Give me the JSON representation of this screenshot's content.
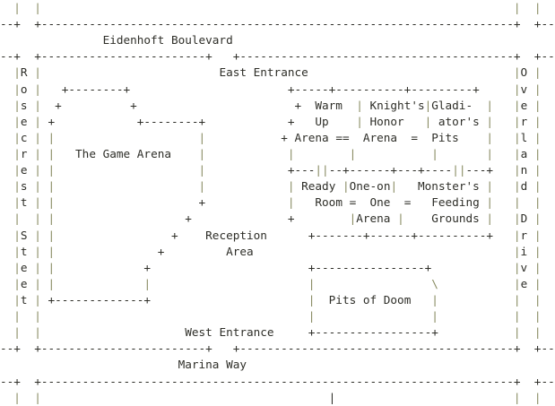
{
  "map": {
    "columns": 81,
    "row_count": 25,
    "colors": {
      "background": "#ffffff",
      "ink": "#2e2e28",
      "wall": "#878a60"
    },
    "locations": {
      "streets": [
        "Eidenhoft Boulevard",
        "Rosecrest Steet",
        "Overland Drive",
        "Marina Way"
      ],
      "entrances": [
        "East Entrance",
        "West Entrance"
      ],
      "rooms": [
        "The Game Arena",
        "Warm Up Arena",
        "Knight's Honor Arena",
        "Gladiator's Pits",
        "Ready Room",
        "One-on-One Arena",
        "Monster's Feeding Grounds",
        "Reception Area",
        "Pits of Doom"
      ]
    },
    "dark_pipes": [
      [
        24,
        48
      ]
    ],
    "rows": [
      [
        [
          2,
          "|"
        ],
        [
          5,
          "|"
        ],
        [
          75,
          "|"
        ],
        [
          78,
          "|"
        ]
      ],
      [
        [
          0,
          "--+"
        ],
        [
          5,
          "+"
        ],
        [
          6,
          "-",
          69
        ],
        [
          75,
          "+"
        ],
        [
          78,
          "+--"
        ]
      ],
      [
        [
          15,
          "Eidenhoft Boulevard"
        ]
      ],
      [
        [
          0,
          "--+"
        ],
        [
          5,
          "+"
        ],
        [
          6,
          "-",
          24
        ],
        [
          30,
          "+"
        ],
        [
          34,
          "+"
        ],
        [
          35,
          "-",
          40
        ],
        [
          75,
          "+"
        ],
        [
          78,
          "+--"
        ]
      ],
      [
        [
          2,
          "|R |"
        ],
        [
          32,
          "East Entrance"
        ],
        [
          75,
          "|O |"
        ]
      ],
      [
        [
          2,
          "|o |"
        ],
        [
          9,
          "+"
        ],
        [
          10,
          "-",
          8
        ],
        [
          18,
          "+"
        ],
        [
          42,
          "+"
        ],
        [
          43,
          "-",
          5
        ],
        [
          48,
          "+"
        ],
        [
          49,
          "-",
          10
        ],
        [
          59,
          "+"
        ],
        [
          60,
          "-",
          9
        ],
        [
          69,
          "+"
        ],
        [
          75,
          "|v |"
        ]
      ],
      [
        [
          2,
          "|s |"
        ],
        [
          8,
          "+"
        ],
        [
          19,
          "+"
        ],
        [
          43,
          "+"
        ],
        [
          46,
          "Warm"
        ],
        [
          52,
          "|"
        ],
        [
          54,
          "Knight's"
        ],
        [
          62,
          "|"
        ],
        [
          63,
          "Gladi-"
        ],
        [
          71,
          "|"
        ],
        [
          75,
          "|e |"
        ]
      ],
      [
        [
          2,
          "|e |"
        ],
        [
          7,
          "+"
        ],
        [
          20,
          "+"
        ],
        [
          21,
          "-",
          8
        ],
        [
          29,
          "+"
        ],
        [
          42,
          "+"
        ],
        [
          46,
          "Up"
        ],
        [
          52,
          "|"
        ],
        [
          54,
          "Honor"
        ],
        [
          62,
          "|"
        ],
        [
          64,
          "ator's"
        ],
        [
          71,
          "|"
        ],
        [
          75,
          "|r |"
        ]
      ],
      [
        [
          2,
          "|c |"
        ],
        [
          7,
          "|"
        ],
        [
          29,
          "|"
        ],
        [
          41,
          "+"
        ],
        [
          43,
          "Arena"
        ],
        [
          49,
          "=="
        ],
        [
          53,
          "Arena"
        ],
        [
          60,
          "="
        ],
        [
          63,
          "Pits"
        ],
        [
          71,
          "|"
        ],
        [
          75,
          "|l |"
        ]
      ],
      [
        [
          2,
          "|r |"
        ],
        [
          7,
          "|"
        ],
        [
          11,
          "The Game Arena"
        ],
        [
          29,
          "|"
        ],
        [
          42,
          "|"
        ],
        [
          51,
          "|"
        ],
        [
          63,
          "|"
        ],
        [
          71,
          "|"
        ],
        [
          75,
          "|a |"
        ]
      ],
      [
        [
          2,
          "|e |"
        ],
        [
          7,
          "|"
        ],
        [
          29,
          "|"
        ],
        [
          42,
          "+---||--+------+---+----||---+"
        ],
        [
          75,
          "|n |"
        ]
      ],
      [
        [
          2,
          "|s |"
        ],
        [
          7,
          "|"
        ],
        [
          29,
          "|"
        ],
        [
          42,
          "| Ready |One-on|"
        ],
        [
          61,
          "Monster's"
        ],
        [
          71,
          "|"
        ],
        [
          75,
          "|d |"
        ]
      ],
      [
        [
          2,
          "|t |"
        ],
        [
          7,
          "|"
        ],
        [
          29,
          "+"
        ],
        [
          42,
          "|"
        ],
        [
          46,
          "Room"
        ],
        [
          51,
          "="
        ],
        [
          54,
          "One"
        ],
        [
          59,
          "="
        ],
        [
          63,
          "Feeding"
        ],
        [
          71,
          "|"
        ],
        [
          75,
          "|  |"
        ]
      ],
      [
        [
          2,
          "|  |"
        ],
        [
          7,
          "|"
        ],
        [
          27,
          "+"
        ],
        [
          42,
          "+"
        ],
        [
          51,
          "|Arena |"
        ],
        [
          63,
          "Grounds"
        ],
        [
          71,
          "|"
        ],
        [
          75,
          "|D |"
        ]
      ],
      [
        [
          2,
          "|S |"
        ],
        [
          7,
          "|"
        ],
        [
          25,
          "+"
        ],
        [
          30,
          "Reception"
        ],
        [
          45,
          "+"
        ],
        [
          46,
          "-",
          7
        ],
        [
          53,
          "+"
        ],
        [
          54,
          "-",
          6
        ],
        [
          60,
          "+"
        ],
        [
          61,
          "-",
          10
        ],
        [
          71,
          "+"
        ],
        [
          75,
          "|r |"
        ]
      ],
      [
        [
          2,
          "|t |"
        ],
        [
          7,
          "|"
        ],
        [
          23,
          "+"
        ],
        [
          33,
          "Area"
        ],
        [
          75,
          "|i |"
        ]
      ],
      [
        [
          2,
          "|e |"
        ],
        [
          7,
          "|"
        ],
        [
          21,
          "+"
        ],
        [
          45,
          "+"
        ],
        [
          46,
          "-",
          16
        ],
        [
          62,
          "+"
        ],
        [
          75,
          "|v |"
        ]
      ],
      [
        [
          2,
          "|e |"
        ],
        [
          7,
          "|"
        ],
        [
          21,
          "|"
        ],
        [
          45,
          "|"
        ],
        [
          63,
          "\\"
        ],
        [
          75,
          "|e |"
        ]
      ],
      [
        [
          2,
          "|t |"
        ],
        [
          7,
          "+"
        ],
        [
          8,
          "-",
          13
        ],
        [
          21,
          "+"
        ],
        [
          45,
          "|"
        ],
        [
          48,
          "Pits of Doom"
        ],
        [
          63,
          "|"
        ],
        [
          75,
          "|  |"
        ]
      ],
      [
        [
          2,
          "|  |"
        ],
        [
          45,
          "|"
        ],
        [
          63,
          "|"
        ],
        [
          75,
          "|  |"
        ]
      ],
      [
        [
          2,
          "|  |"
        ],
        [
          27,
          "West Entrance"
        ],
        [
          45,
          "+"
        ],
        [
          46,
          "-",
          17
        ],
        [
          63,
          "+"
        ],
        [
          75,
          "|  |"
        ]
      ],
      [
        [
          0,
          "--+"
        ],
        [
          5,
          "+"
        ],
        [
          6,
          "-",
          24
        ],
        [
          30,
          "+"
        ],
        [
          34,
          "+"
        ],
        [
          35,
          "-",
          40
        ],
        [
          75,
          "+"
        ],
        [
          78,
          "+--"
        ]
      ],
      [
        [
          26,
          "Marina Way"
        ]
      ],
      [
        [
          0,
          "--+"
        ],
        [
          5,
          "+"
        ],
        [
          6,
          "-",
          69
        ],
        [
          75,
          "+"
        ],
        [
          78,
          "+--"
        ]
      ],
      [
        [
          2,
          "|  |"
        ],
        [
          48,
          "|"
        ],
        [
          75,
          "|  |"
        ]
      ]
    ]
  }
}
